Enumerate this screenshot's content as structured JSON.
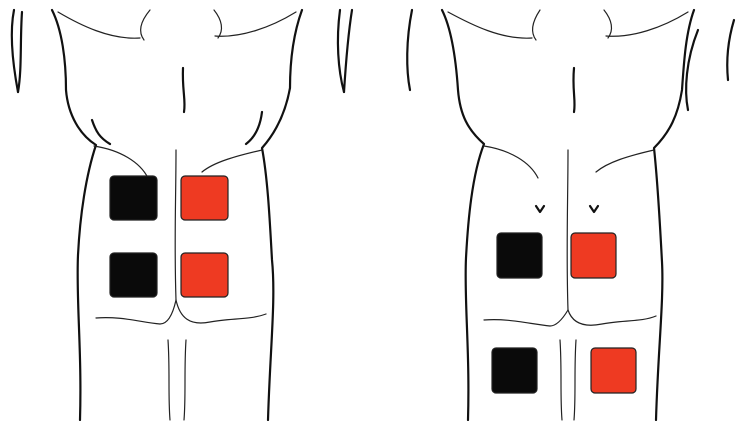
{
  "colors": {
    "negative_electrode": "#0a0a0a",
    "positive_electrode": "#ee3a22",
    "outline": "#111111",
    "background": "#ffffff"
  },
  "figures": [
    {
      "name": "placement-lower-back",
      "pads": [
        {
          "name": "pad-upper-left",
          "color": "negative_electrode"
        },
        {
          "name": "pad-upper-right",
          "color": "positive_electrode"
        },
        {
          "name": "pad-lower-left",
          "color": "negative_electrode"
        },
        {
          "name": "pad-lower-right",
          "color": "positive_electrode"
        }
      ]
    },
    {
      "name": "placement-lower-back-and-glutes",
      "pads": [
        {
          "name": "pad-upper-left",
          "color": "negative_electrode"
        },
        {
          "name": "pad-upper-right",
          "color": "positive_electrode"
        },
        {
          "name": "pad-lower-left",
          "color": "negative_electrode"
        },
        {
          "name": "pad-lower-right",
          "color": "positive_electrode"
        }
      ]
    }
  ]
}
